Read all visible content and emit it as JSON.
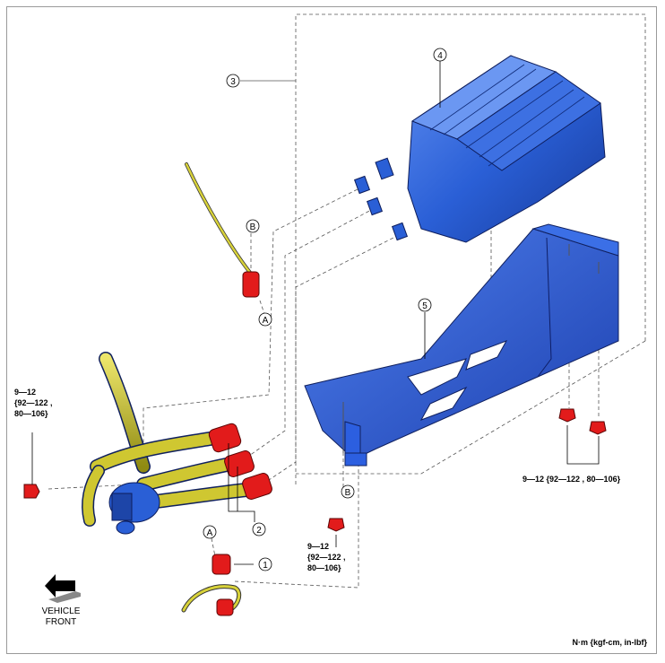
{
  "callouts": {
    "c1": "1",
    "c2": "2",
    "c3": "3",
    "c4": "4",
    "c5": "5",
    "letter_a": "A",
    "letter_b": "B"
  },
  "torques": {
    "left_l1": "9—12",
    "left_l2": "{92—122 ,",
    "left_l3": "80—106}",
    "center_l1": "9—12",
    "center_l2": "{92—122 ,",
    "center_l3": "80—106}",
    "right": "9—12 {92—122 , 80—106}"
  },
  "direction": {
    "line1": "VEHICLE",
    "line2": "FRONT"
  },
  "units_legend": "N·m {kgf-cm, in-lbf}",
  "colors": {
    "canister": "#2a5fd6",
    "bracket": "#2c5fe0",
    "hose": "#c9c227",
    "connector": "#e21b1b",
    "outline": "#10205e"
  }
}
